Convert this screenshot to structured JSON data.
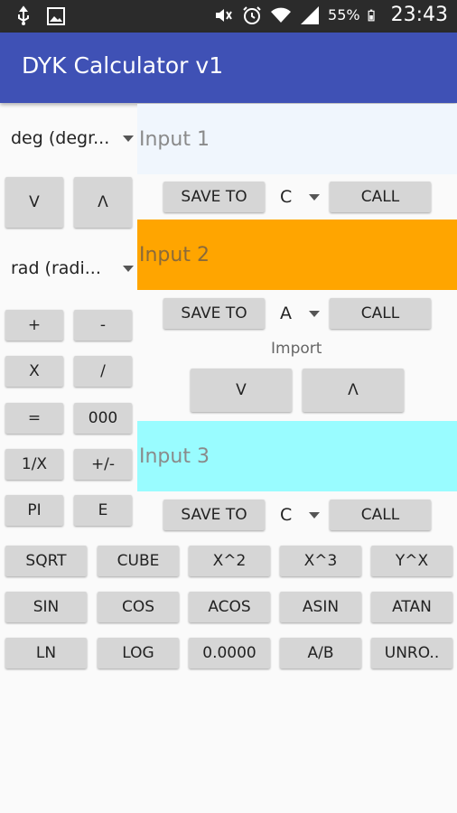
{
  "status_bar": {
    "icons": [
      "usb-icon",
      "image-icon",
      "mute-icon",
      "alarm-icon",
      "wifi-icon",
      "signal-icon",
      "battery-icon"
    ],
    "battery": "55%",
    "time": "23:43"
  },
  "app_bar": {
    "title": "DYK Calculator v1"
  },
  "unit_from": {
    "selected": "deg (degr..."
  },
  "unit_to": {
    "selected": "rad (radi..."
  },
  "swap": {
    "down": "V",
    "up": "Λ"
  },
  "inputs": [
    {
      "placeholder": "Input 1",
      "save_label": "SAVE TO",
      "register": "C",
      "call_label": "CALL",
      "color": "#f0f6fd"
    },
    {
      "placeholder": "Input 2",
      "save_label": "SAVE TO",
      "register": "A",
      "call_label": "CALL",
      "color": "#ffa500"
    },
    {
      "placeholder": "Input 3",
      "save_label": "SAVE TO",
      "register": "C",
      "call_label": "CALL",
      "color": "#99fcff"
    }
  ],
  "import": {
    "label": "Import",
    "down": "V",
    "up": "Λ"
  },
  "ops_left": [
    [
      "+",
      "-"
    ],
    [
      "X",
      "/"
    ],
    [
      "=",
      "000"
    ],
    [
      "1/X",
      "+/-"
    ],
    [
      "PI",
      "E"
    ]
  ],
  "functions": [
    [
      "SQRT",
      "CUBE",
      "X^2",
      "X^3",
      "Y^X"
    ],
    [
      "SIN",
      "COS",
      "ACOS",
      "ASIN",
      "ATAN"
    ],
    [
      "LN",
      "LOG",
      "0.0000",
      "A/B",
      "UNRO.."
    ]
  ],
  "colors": {
    "app_bar": "#3f51b5",
    "status_bar": "#2b2b2b",
    "button": "#d6d6d6"
  }
}
